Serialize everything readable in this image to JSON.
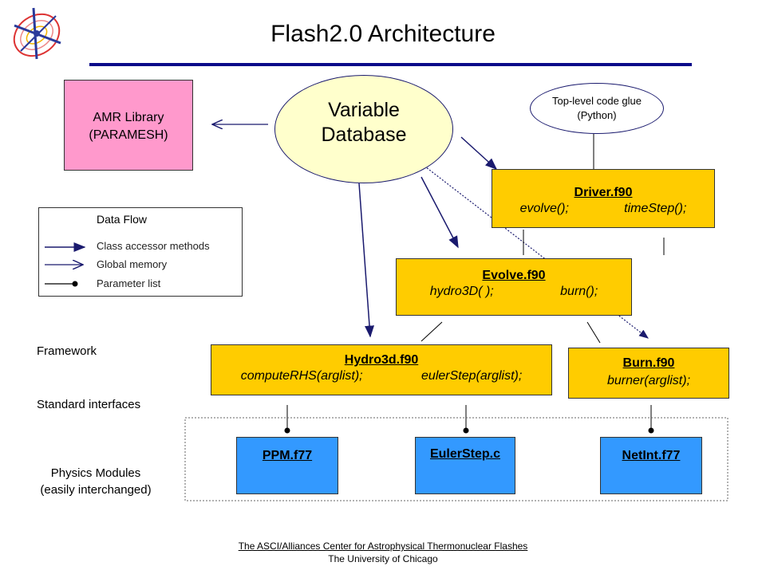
{
  "title": "Flash2.0 Architecture",
  "variable_database": {
    "line1": "Variable",
    "line2": "Database"
  },
  "amr_library": {
    "line1": "AMR Library",
    "line2": "(PARAMESH)"
  },
  "top_level_glue": {
    "line1": "Top-level code glue",
    "line2": "(Python)"
  },
  "driver": {
    "name": "Driver.f90",
    "method1": "evolve();",
    "method2": "timeStep();"
  },
  "evolve": {
    "name": "Evolve.f90",
    "method1": "hydro3D( );",
    "method2": "burn();"
  },
  "hydro3d": {
    "name": "Hydro3d.f90",
    "method1": "computeRHS(arglist);",
    "method2": "eulerStep(arglist);"
  },
  "burn": {
    "name": "Burn.f90",
    "method1": "burner(arglist);"
  },
  "modules": {
    "ppm": "PPM.f77",
    "eulerstep": "EulerStep.c",
    "netint": "NetInt.f77"
  },
  "legend": {
    "title": "Data Flow",
    "item1": "Class accessor methods",
    "item2": "Global memory",
    "item3": "Parameter list"
  },
  "labels": {
    "framework": "Framework",
    "standard_interfaces": "Standard interfaces",
    "physics_modules": "Physics Modules",
    "interchangeable": "(easily interchanged)"
  },
  "footer": {
    "line1": "The ASCI/Alliances Center for Astrophysical Thermonuclear Flashes",
    "line2": "The University of Chicago"
  },
  "colors": {
    "gold": "#ffcc00",
    "module_blue": "#3399ff",
    "amr_pink": "#ff99cc",
    "database_yellow": "#ffffcc",
    "arrow_navy": "#1a1a6e"
  }
}
